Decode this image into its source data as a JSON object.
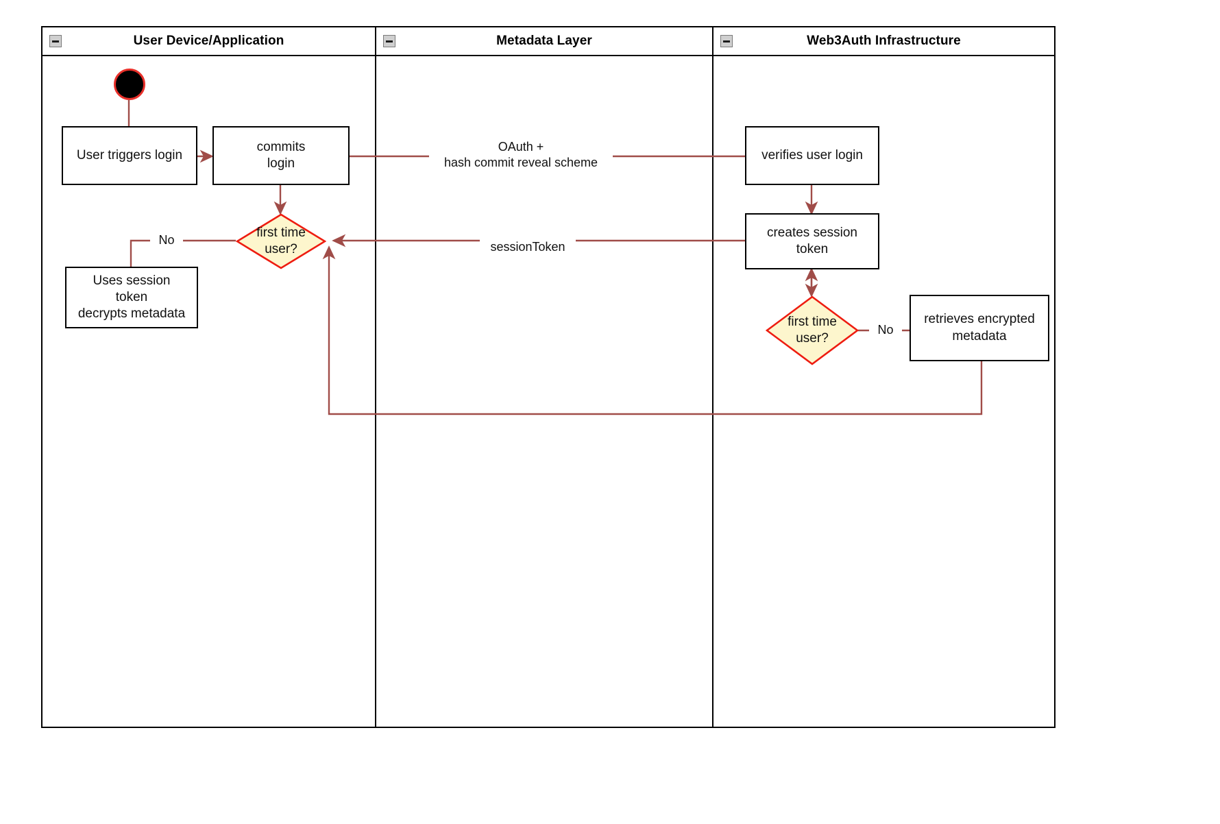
{
  "diagram": {
    "type": "uml-activity-swimlane",
    "colors": {
      "edge": "#a04c48",
      "decision_border": "#ee1c10",
      "decision_fill": "#fdf6cd",
      "node_border": "#000000",
      "node_fill": "#ffffff",
      "start_ring": "#e8302a",
      "lane_border": "#000000"
    },
    "lanes": [
      {
        "id": "user-device",
        "title": "User Device/Application",
        "collapse_icon": "minus-icon"
      },
      {
        "id": "metadata-layer",
        "title": "Metadata Layer",
        "collapse_icon": "minus-icon"
      },
      {
        "id": "web3auth",
        "title": "Web3Auth Infrastructure",
        "collapse_icon": "minus-icon"
      }
    ],
    "nodes": [
      {
        "id": "start",
        "kind": "initial-node",
        "label": ""
      },
      {
        "id": "user-triggers-login",
        "kind": "action",
        "label": "User triggers login"
      },
      {
        "id": "commits-login",
        "kind": "action",
        "label": "commits\nlogin"
      },
      {
        "id": "first-time-user-left",
        "kind": "decision",
        "label": "first time\nuser?"
      },
      {
        "id": "uses-session-token",
        "kind": "action",
        "label": "Uses session\ntoken\ndecrypts metadata"
      },
      {
        "id": "verifies-user-login",
        "kind": "action",
        "label": "verifies user login"
      },
      {
        "id": "creates-session-token",
        "kind": "action",
        "label": "creates session\ntoken"
      },
      {
        "id": "first-time-user-right",
        "kind": "decision",
        "label": "first time\nuser?"
      },
      {
        "id": "retrieves-encrypted-metadata",
        "kind": "action",
        "label": "retrieves encrypted\nmetadata"
      }
    ],
    "edge_labels": {
      "oauth": "OAuth +\nhash commit reveal scheme",
      "session_token": "sessionToken",
      "no_left": "No",
      "no_right": "No"
    }
  }
}
